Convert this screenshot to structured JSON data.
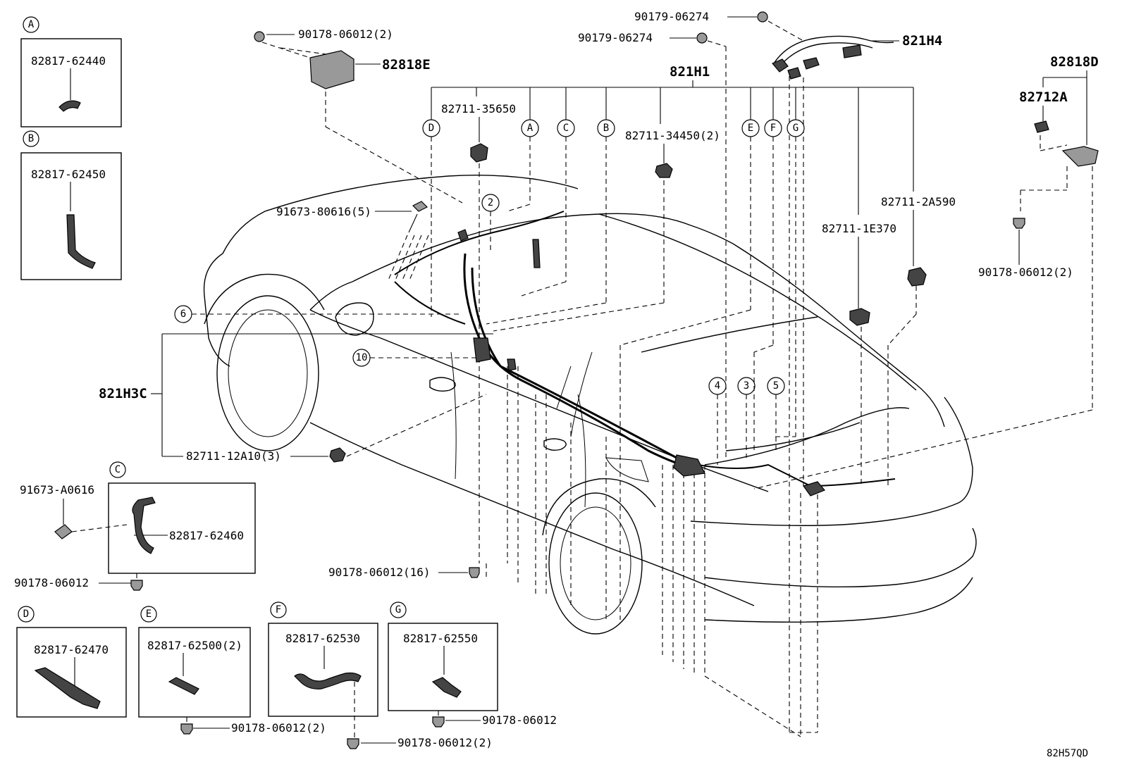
{
  "diagram_code": "82H57QD",
  "insets": {
    "A": {
      "letter": "A",
      "part": "82817-62440"
    },
    "B": {
      "letter": "B",
      "part": "82817-62450"
    },
    "C": {
      "letter": "C",
      "part": "82817-62460",
      "screw": "91673-A0616",
      "clip": "90178-06012"
    },
    "D": {
      "letter": "D",
      "part": "82817-62470"
    },
    "E": {
      "letter": "E",
      "part": "82817-62500(2)",
      "clip": "90178-06012(2)"
    },
    "F": {
      "letter": "F",
      "part": "82817-62530",
      "clip": "90178-06012(2)"
    },
    "G": {
      "letter": "G",
      "part": "82817-62550",
      "clip": "90178-06012"
    }
  },
  "callouts": {
    "c_90178_top": "90178-06012(2)",
    "c_82818E": "82818E",
    "c_90179_a": "90179-06274",
    "c_90179_b": "90179-06274",
    "c_821H4": "821H4",
    "c_821H1": "821H1",
    "c_82818D": "82818D",
    "c_82712A": "82712A",
    "c_35650": "82711-35650",
    "c_34450": "82711-34450(2)",
    "c_2A590": "82711-2A590",
    "c_1E370": "82711-1E370",
    "c_91673": "91673-80616(5)",
    "c_90178_right": "90178-06012(2)",
    "c_821H3C": "821H3C",
    "c_12A10": "82711-12A10(3)",
    "c_90178_16": "90178-06012(16)"
  },
  "ref_letters": {
    "A": "A",
    "B": "B",
    "C": "C",
    "D": "D",
    "E": "E",
    "F": "F",
    "G": "G"
  },
  "ref_numbers": {
    "n2": "2",
    "n3": "3",
    "n4": "4",
    "n5": "5",
    "n6": "6",
    "n10": "10"
  }
}
